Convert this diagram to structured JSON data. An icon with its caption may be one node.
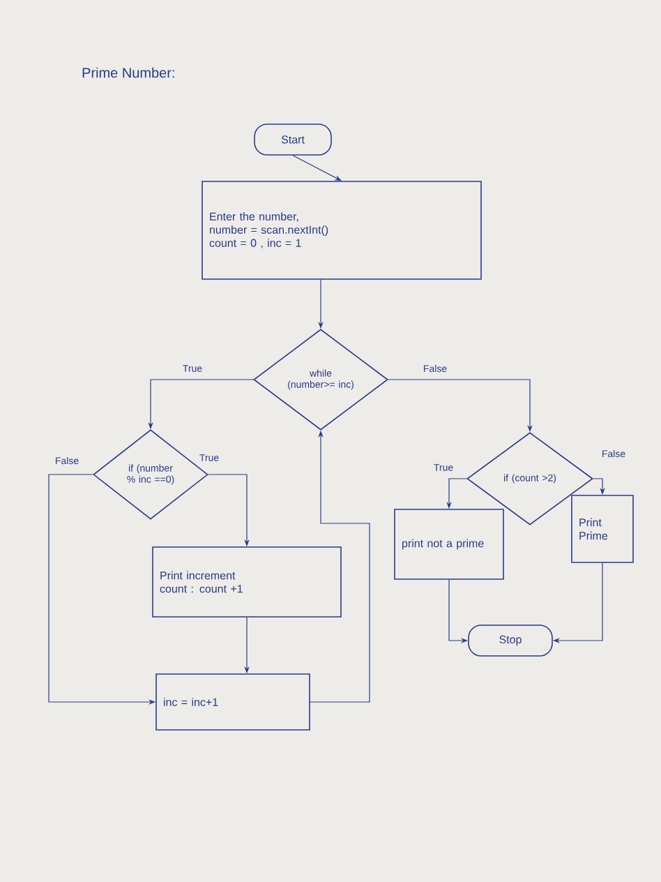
{
  "diagram": {
    "title": "Prime Number:",
    "nodes": [
      {
        "text": [
          "Start"
        ]
      },
      {
        "text": [
          "Enter the number,",
          "number = scan.nextInt()",
          "count = 0 , inc = 1"
        ]
      },
      {
        "text": [
          "while (number>= inc)"
        ]
      },
      {
        "text": [
          "if (number % inc ==0)"
        ]
      },
      {
        "text": [
          "Print increment",
          "count : count +1"
        ]
      },
      {
        "text": [
          "inc = inc+1"
        ]
      },
      {
        "text": [
          "if (count >2)"
        ]
      },
      {
        "text": [
          "print not a prime"
        ]
      },
      {
        "text": [
          "Print Prime"
        ]
      },
      {
        "text": [
          "Stop"
        ]
      }
    ],
    "edges": [
      {
        "from": 0,
        "to": 1,
        "arrow": "to"
      },
      {
        "from": 1,
        "to": 2,
        "arrow": "to"
      },
      {
        "from": 2,
        "to": 3,
        "arrow": "to",
        "label": "True"
      },
      {
        "from": 2,
        "to": 6,
        "arrow": "to",
        "label": "False"
      },
      {
        "from": 3,
        "to": 4,
        "arrow": "to",
        "label": "True"
      },
      {
        "from": 3,
        "to": 5,
        "arrow": "to",
        "label": "False"
      },
      {
        "from": 4,
        "to": 5,
        "arrow": "to"
      },
      {
        "from": 5,
        "to": 2,
        "arrow": "to"
      },
      {
        "from": 6,
        "to": 7,
        "arrow": "to",
        "label": "True"
      },
      {
        "from": 6,
        "to": 8,
        "arrow": "to",
        "label": "False"
      },
      {
        "from": 7,
        "to": 9,
        "arrow": "to"
      },
      {
        "from": 8,
        "to": 9,
        "arrow": "to"
      }
    ]
  }
}
